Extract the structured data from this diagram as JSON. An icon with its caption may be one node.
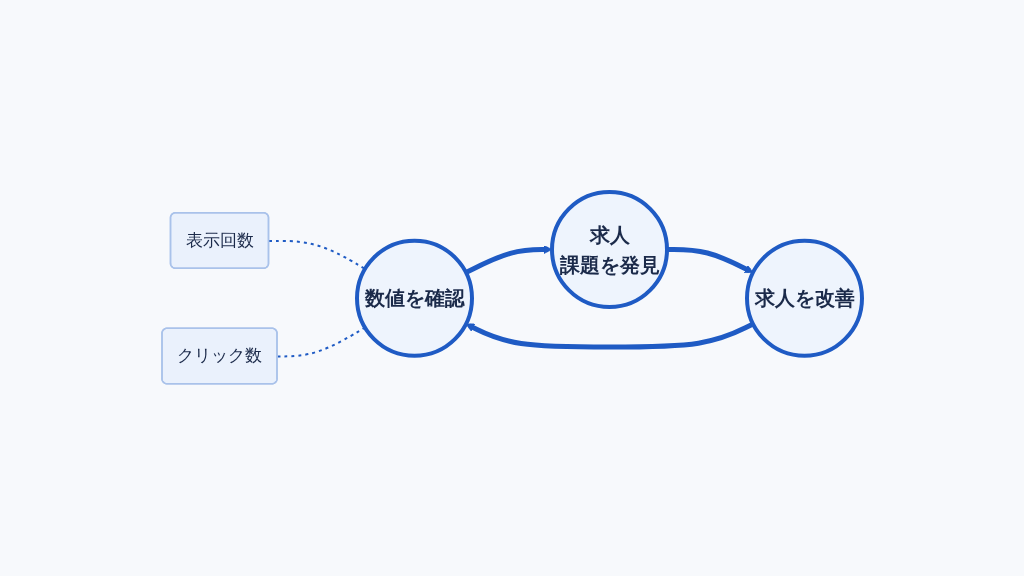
{
  "diagram": {
    "nodes": [
      {
        "text": [
          "表示回数"
        ]
      },
      {
        "text": [
          "クリック数"
        ]
      },
      {
        "text": [
          "数値を確認"
        ]
      },
      {
        "text": [
          "求人",
          "課題を発見"
        ]
      },
      {
        "text": [
          "求人を改善"
        ]
      }
    ],
    "edges": [
      {
        "from": 0,
        "to": 2,
        "arrow": "none",
        "style": "dashed"
      },
      {
        "from": 1,
        "to": 2,
        "arrow": "none",
        "style": "dashed"
      },
      {
        "from": 2,
        "to": 3,
        "arrow": "to"
      },
      {
        "from": 3,
        "to": 4,
        "arrow": "to"
      },
      {
        "from": 4,
        "to": 2,
        "arrow": "to"
      }
    ]
  }
}
